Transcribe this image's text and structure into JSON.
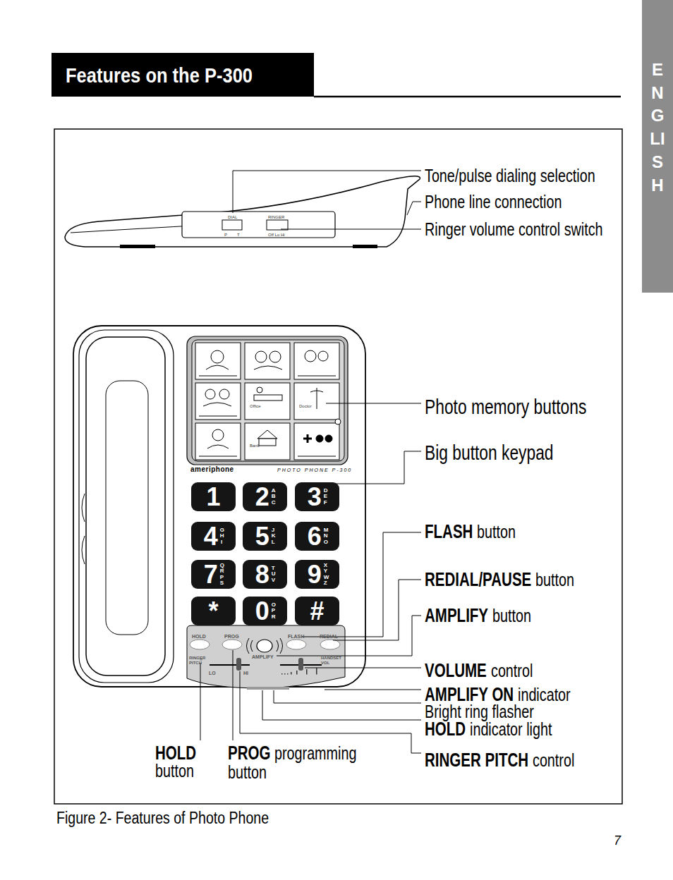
{
  "diagram": {
    "title": "Features on the P-300",
    "caption": "Figure 2- Features of Photo Phone",
    "nodes": [
      {
        "text": [
          "ENGLISH"
        ]
      },
      {
        "text": [
          "1"
        ]
      },
      {
        "text": [
          "2",
          "ABC"
        ]
      },
      {
        "text": [
          "3",
          "DEF"
        ]
      },
      {
        "text": [
          "4",
          "GHI"
        ]
      },
      {
        "text": [
          "5",
          "JKL"
        ]
      },
      {
        "text": [
          "6",
          "MNO"
        ]
      },
      {
        "text": [
          "7",
          "QRPS"
        ]
      },
      {
        "text": [
          "8",
          "TUV"
        ]
      },
      {
        "text": [
          "9",
          "XYWZ"
        ]
      },
      {
        "text": [
          "*"
        ]
      },
      {
        "text": [
          "0",
          "OPR"
        ]
      },
      {
        "text": [
          "#"
        ]
      }
    ],
    "labels": [
      "Tone/pulse dialing selection",
      "Phone line connection",
      "Ringer volume control switch",
      "Photo memory buttons",
      "Big button keypad",
      "FLASH",
      "button",
      "REDIAL/PAUSE",
      "button",
      "AMPLIFY",
      "button",
      "VOLUME",
      "control",
      "AMPLIFY ON",
      "indicator",
      "Bright ring flasher",
      "HOLD",
      "indicator light",
      "RINGER PITCH",
      "control",
      "HOLD",
      "button",
      "PROG",
      "programming",
      "button",
      "7",
      "DIAL",
      "RINGER",
      "P",
      "T",
      "Off Lo Hi",
      "Office",
      "Doctor",
      "Bank",
      "ameriphone",
      "PHOTO PHONE P-300",
      "HOLD",
      "PROG",
      "FLASH",
      "REDIAL",
      "RINGER PITCH",
      "AMPLIFY",
      "HANDSET VOL",
      "LO",
      "HI"
    ]
  }
}
